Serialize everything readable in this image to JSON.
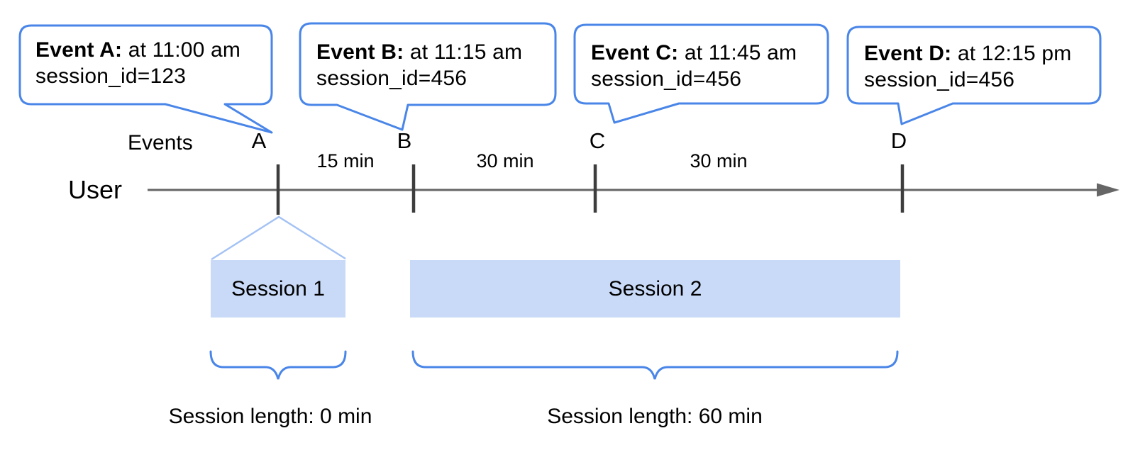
{
  "diagram": {
    "axis": {
      "events_label": "Events",
      "user_label": "User"
    },
    "events": [
      {
        "letter": "A",
        "title": "Event A:",
        "detail": " at 11:00 am",
        "session_line": "session_id=123"
      },
      {
        "letter": "B",
        "title": "Event B:",
        "detail": " at 11:15 am",
        "session_line": "session_id=456"
      },
      {
        "letter": "C",
        "title": "Event C:",
        "detail": " at 11:45 am",
        "session_line": "session_id=456"
      },
      {
        "letter": "D",
        "title": "Event D:",
        "detail": " at 12:15 pm",
        "session_line": "session_id=456"
      }
    ],
    "intervals": [
      {
        "label": "15 min"
      },
      {
        "label": "30 min"
      },
      {
        "label": "30 min"
      }
    ],
    "sessions": [
      {
        "name": "Session 1",
        "length_label": "Session length: 0 min"
      },
      {
        "name": "Session 2",
        "length_label": "Session length: 60 min"
      }
    ],
    "colors": {
      "callout_border": "#4a86e8",
      "brace": "#4a86e8",
      "session_fill": "#c9daf8",
      "funnel_line": "#a4c2f4",
      "timeline": "#666666",
      "tick": "#3d3d3d",
      "text": "#000000"
    }
  }
}
